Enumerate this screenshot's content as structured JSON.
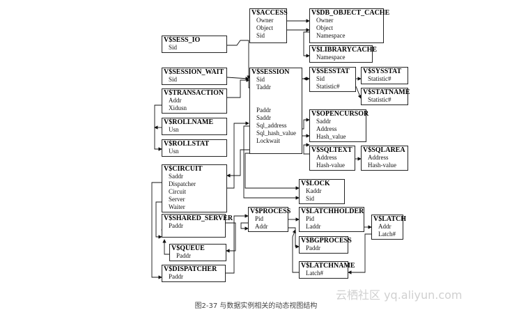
{
  "tables": [
    {
      "id": "vaccess",
      "title": "V$ACCESS",
      "fields": [
        "Owner",
        "Object",
        "Sid"
      ]
    },
    {
      "id": "vdbobj",
      "title": "V$DB_OBJECT_CACHE",
      "fields": [
        "Owner",
        "Object",
        "Namespace"
      ]
    },
    {
      "id": "vlibcache",
      "title": "V$LIBRARYCACHE",
      "fields": [
        "Namespace"
      ]
    },
    {
      "id": "vsessio",
      "title": "V$SESS_IO",
      "fields": [
        "Sid"
      ]
    },
    {
      "id": "vsesswait",
      "title": "V$SESSION_WAIT",
      "fields": [
        "Sid"
      ]
    },
    {
      "id": "vsession",
      "title": "V$SESSION",
      "fields": [
        "Sid",
        "Taddr",
        "",
        "",
        "Paddr",
        "Saddr",
        "Sql_address",
        "Sql_hash_value",
        "Lockwait"
      ]
    },
    {
      "id": "vsesstat",
      "title": "V$SESSTAT",
      "fields": [
        "Sid",
        "Statistic#"
      ]
    },
    {
      "id": "vsysstat",
      "title": "V$SYSSTAT",
      "fields": [
        "Statistic#"
      ]
    },
    {
      "id": "vstatname",
      "title": "V$STATNAME",
      "fields": [
        "Statistic#"
      ]
    },
    {
      "id": "vtransaction",
      "title": "V$TRANSACTION",
      "fields": [
        "Addr",
        "Xidusn"
      ]
    },
    {
      "id": "vrollname",
      "title": "V$ROLLNAME",
      "fields": [
        "Usn"
      ]
    },
    {
      "id": "vrollstat",
      "title": "V$ROLLSTAT",
      "fields": [
        "Usn"
      ]
    },
    {
      "id": "vopencursor",
      "title": "V$OPENCURSOR",
      "fields": [
        "Saddr",
        "Address",
        "Hash_value"
      ]
    },
    {
      "id": "vsqltext",
      "title": "V$SQLTEXT",
      "fields": [
        "Address",
        "Hash-value"
      ]
    },
    {
      "id": "vsqlarea",
      "title": "V$SQLAREA",
      "fields": [
        "Address",
        "Hash-value"
      ]
    },
    {
      "id": "vcircuit",
      "title": "V$CIRCUIT",
      "fields": [
        "Saddr",
        "Dispatcher",
        "Circuit",
        "Server",
        "Waiter"
      ]
    },
    {
      "id": "vlock",
      "title": "V$LOCK",
      "fields": [
        "Kaddr",
        "Sid"
      ]
    },
    {
      "id": "vprocess",
      "title": "V$PROCESS",
      "fields": [
        "Pid",
        "Addr"
      ]
    },
    {
      "id": "vlatchholder",
      "title": "V$LATCHHOLDER",
      "fields": [
        "Pid",
        "Laddr"
      ]
    },
    {
      "id": "vlatch",
      "title": "V$LATCH",
      "fields": [
        "Addr",
        "Latch#"
      ]
    },
    {
      "id": "vsharedserver",
      "title": "V$SHARED_SERVER",
      "fields": [
        "Paddr"
      ]
    },
    {
      "id": "vbgprocess",
      "title": "V$BGPROCESS",
      "fields": [
        "Paddr"
      ]
    },
    {
      "id": "vqueue",
      "title": "V$QUEUE",
      "fields": [
        "Paddr"
      ]
    },
    {
      "id": "vlatchname",
      "title": "V$LATCHNAME",
      "fields": [
        "Latch#"
      ]
    },
    {
      "id": "vdispatcher",
      "title": "V$DISPATCHER",
      "fields": [
        "Paddr"
      ]
    }
  ],
  "caption": "图2-37 与数据实例相关的动态视图结构",
  "watermark": "云栖社区 yq.aliyun.com"
}
